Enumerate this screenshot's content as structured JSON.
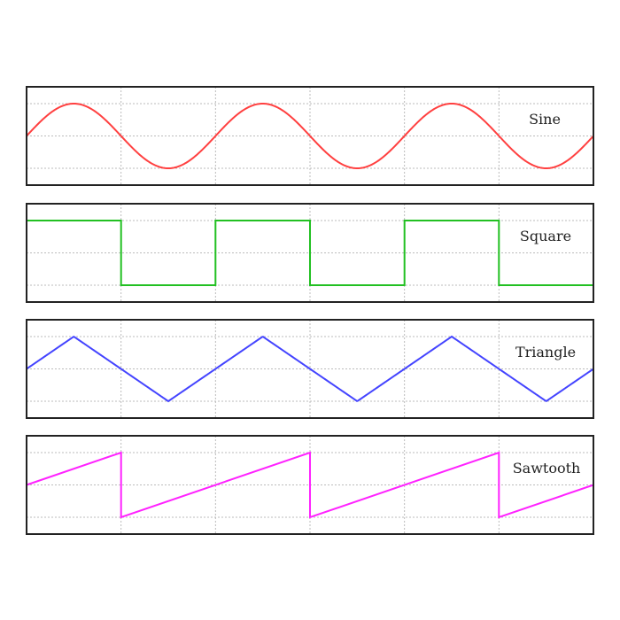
{
  "cycles": 3,
  "grid_color": "#bbbbbb",
  "frame_color": "#222222",
  "waves": [
    {
      "id": "sine",
      "label": "Sine",
      "type": "sine",
      "color": "#ff4040"
    },
    {
      "id": "square",
      "label": "Square",
      "type": "square",
      "color": "#22c022"
    },
    {
      "id": "triangle",
      "label": "Triangle",
      "type": "triangle",
      "color": "#4444ff"
    },
    {
      "id": "sawtooth",
      "label": "Sawtooth",
      "type": "sawtooth",
      "color": "#ff22ff"
    }
  ]
}
